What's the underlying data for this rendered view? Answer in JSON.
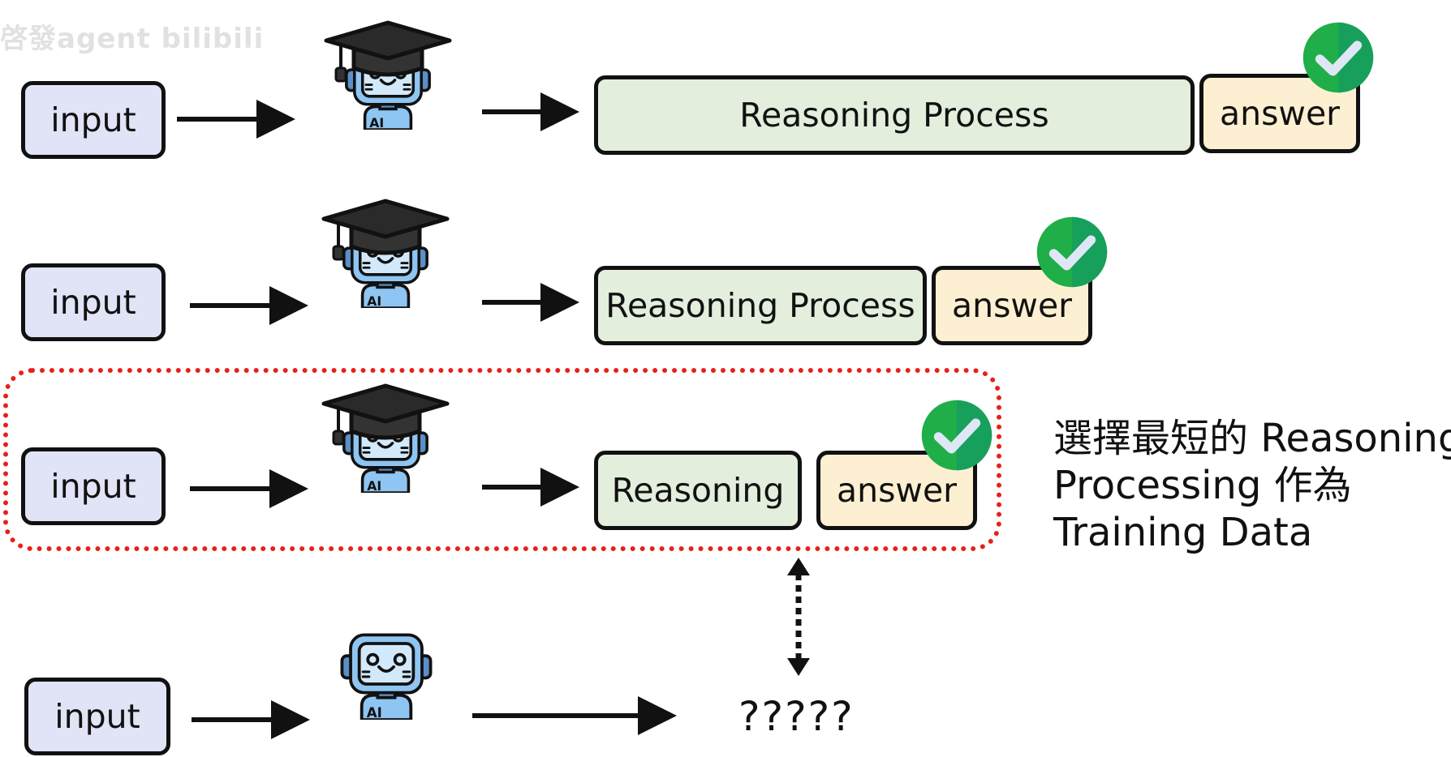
{
  "watermark": "啓發agent bilibili",
  "rows": [
    {
      "input_label": "input",
      "robot": "robot-graduate-icon",
      "reasoning_label": "Reasoning Process",
      "answer_label": "answer",
      "correct": true
    },
    {
      "input_label": "input",
      "robot": "robot-graduate-icon",
      "reasoning_label": "Reasoning Process",
      "answer_label": "answer",
      "correct": true
    },
    {
      "input_label": "input",
      "robot": "robot-graduate-icon",
      "reasoning_label": "Reasoning",
      "answer_label": "answer",
      "correct": true,
      "selected": true
    },
    {
      "input_label": "input",
      "robot": "robot-student-icon",
      "output_label": "?????"
    }
  ],
  "note": {
    "line1": "選擇最短的 Reasoning",
    "line2": "Processing 作為",
    "line3": "Training Data"
  },
  "colors": {
    "input_fill": "#e1e3f6",
    "reasoning_fill": "#e3eedd",
    "answer_fill": "#fdf0d2",
    "check_green": "#1fae48",
    "selection_border": "#e8201a",
    "robot_blue": "#8ec5f2"
  }
}
